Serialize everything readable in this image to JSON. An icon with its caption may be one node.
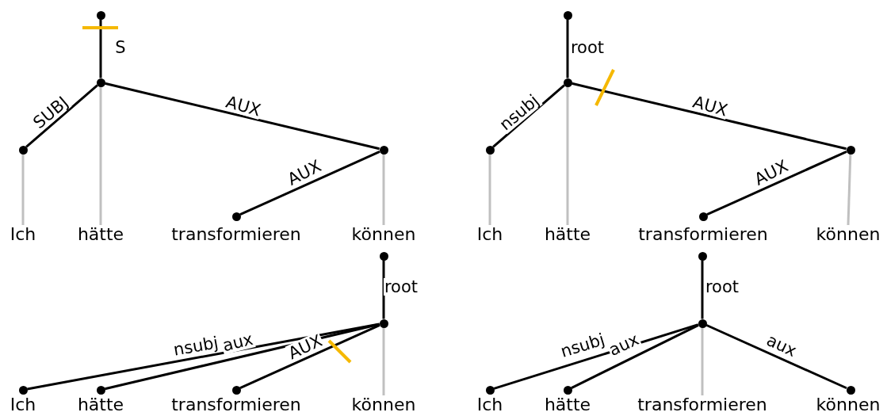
{
  "diagram": {
    "nodes": [
      {
        "text": [],
        "shape": "circle"
      },
      {
        "text": [],
        "shape": "circle"
      },
      {
        "text": [],
        "shape": "circle"
      },
      {
        "text": [],
        "shape": "circle"
      },
      {
        "text": [],
        "shape": "circle"
      },
      {
        "text": [
          "Ich"
        ]
      },
      {
        "text": [
          "hätte"
        ]
      },
      {
        "text": [
          "transformieren"
        ]
      },
      {
        "text": [
          "können"
        ]
      },
      {
        "text": [],
        "shape": "circle"
      },
      {
        "text": [],
        "shape": "circle"
      },
      {
        "text": [],
        "shape": "circle"
      },
      {
        "text": [],
        "shape": "circle"
      },
      {
        "text": [],
        "shape": "circle"
      },
      {
        "text": [
          "Ich"
        ]
      },
      {
        "text": [
          "hätte"
        ]
      },
      {
        "text": [
          "transformieren"
        ]
      },
      {
        "text": [
          "können"
        ]
      },
      {
        "text": [],
        "shape": "circle"
      },
      {
        "text": [],
        "shape": "circle"
      },
      {
        "text": [],
        "shape": "circle"
      },
      {
        "text": [],
        "shape": "circle"
      },
      {
        "text": [],
        "shape": "circle"
      },
      {
        "text": [
          "Ich"
        ]
      },
      {
        "text": [
          "hätte"
        ]
      },
      {
        "text": [
          "transformieren"
        ]
      },
      {
        "text": [
          "können"
        ]
      },
      {
        "text": [],
        "shape": "circle"
      },
      {
        "text": [],
        "shape": "circle"
      },
      {
        "text": [],
        "shape": "circle"
      },
      {
        "text": [],
        "shape": "circle"
      },
      {
        "text": [],
        "shape": "circle"
      },
      {
        "text": [
          "Ich"
        ]
      },
      {
        "text": [
          "hätte"
        ]
      },
      {
        "text": [
          "transformieren"
        ]
      },
      {
        "text": [
          "können"
        ]
      }
    ],
    "edges": [
      {
        "from": 0,
        "to": 1,
        "arrow": "none",
        "label": "S"
      },
      {
        "from": 1,
        "to": 2,
        "arrow": "none",
        "label": "SUBJ"
      },
      {
        "from": 1,
        "to": 3,
        "arrow": "none",
        "label": "AUX"
      },
      {
        "from": 3,
        "to": 4,
        "arrow": "none",
        "label": "AUX"
      },
      {
        "from": 2,
        "to": 5,
        "arrow": "none",
        "color": "#c0c0c0"
      },
      {
        "from": 1,
        "to": 6,
        "arrow": "none",
        "color": "#c0c0c0"
      },
      {
        "from": 3,
        "to": 8,
        "arrow": "none",
        "color": "#c0c0c0"
      },
      {
        "from": 9,
        "to": 10,
        "arrow": "none",
        "label": "root"
      },
      {
        "from": 10,
        "to": 11,
        "arrow": "none",
        "label": "nsubj"
      },
      {
        "from": 10,
        "to": 12,
        "arrow": "none",
        "label": "AUX"
      },
      {
        "from": 12,
        "to": 13,
        "arrow": "none",
        "label": "AUX"
      },
      {
        "from": 11,
        "to": 14,
        "arrow": "none",
        "color": "#c0c0c0"
      },
      {
        "from": 10,
        "to": 15,
        "arrow": "none",
        "color": "#c0c0c0"
      },
      {
        "from": 12,
        "to": 17,
        "arrow": "none",
        "color": "#c0c0c0"
      },
      {
        "from": 18,
        "to": 19,
        "arrow": "none",
        "label": "root"
      },
      {
        "from": 19,
        "to": 20,
        "arrow": "none",
        "label": "nsubj"
      },
      {
        "from": 19,
        "to": 21,
        "arrow": "none",
        "label": "aux"
      },
      {
        "from": 19,
        "to": 22,
        "arrow": "none",
        "label": "AUX"
      },
      {
        "from": 19,
        "to": 26,
        "arrow": "none",
        "color": "#c0c0c0"
      },
      {
        "from": 27,
        "to": 28,
        "arrow": "none",
        "label": "root"
      },
      {
        "from": 28,
        "to": 29,
        "arrow": "none",
        "label": "nsubj"
      },
      {
        "from": 28,
        "to": 30,
        "arrow": "none",
        "label": "aux"
      },
      {
        "from": 28,
        "to": 31,
        "arrow": "none",
        "label": "aux"
      },
      {
        "from": 28,
        "to": 34,
        "arrow": "none",
        "color": "#c0c0c0"
      }
    ]
  }
}
